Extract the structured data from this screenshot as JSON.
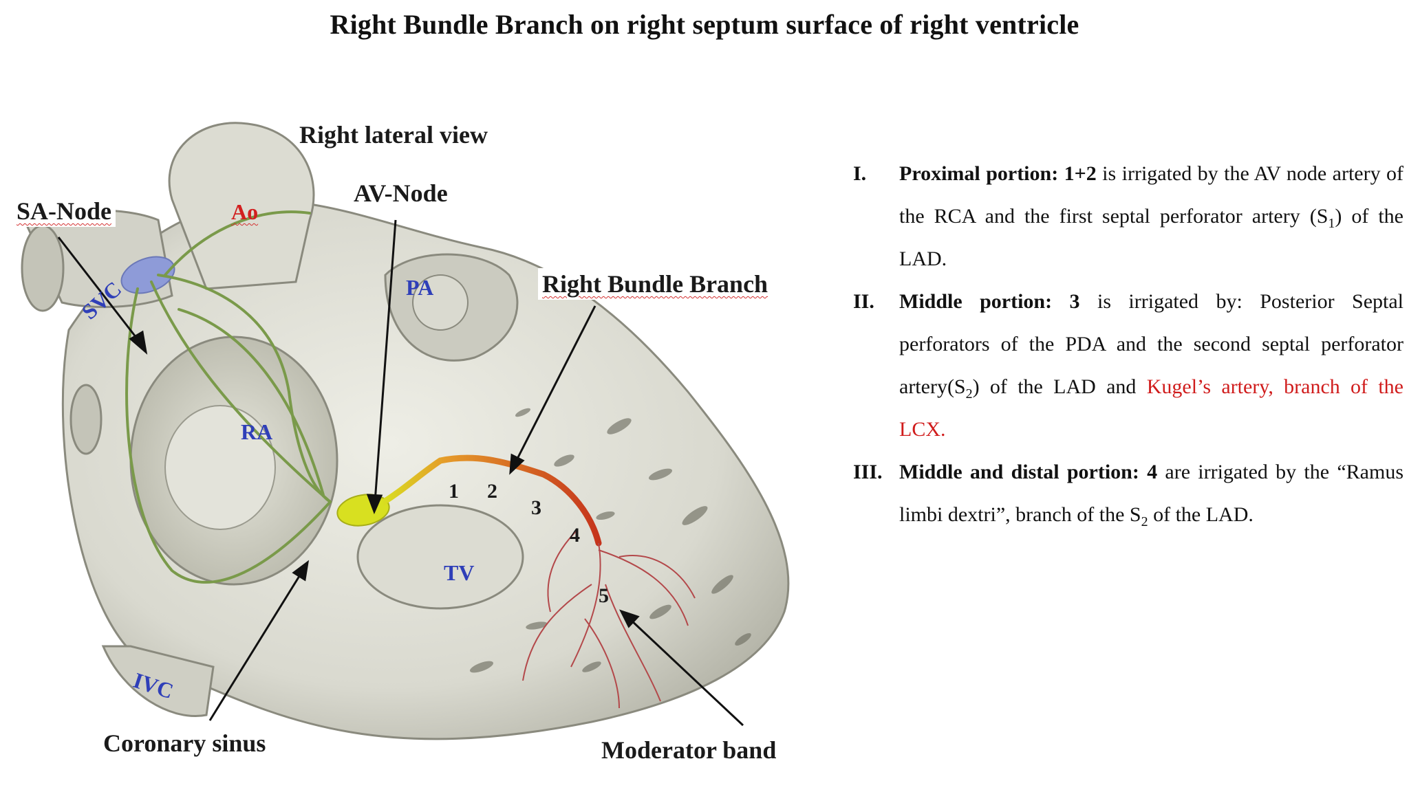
{
  "title": "Right Bundle Branch on right septum  surface of  right ventricle",
  "figure": {
    "view_label": "Right lateral view",
    "labels": {
      "sa_node": "SA-Node",
      "ao": "Ao",
      "av_node": "AV-Node",
      "pa": "PA",
      "svc": "SVC",
      "right_bundle_branch": "Right Bundle Branch",
      "ra": "RA",
      "tv": "TV",
      "ivc": "IVC",
      "coronary_sinus": "Coronary sinus",
      "moderator_band": "Moderator band"
    },
    "segments": [
      "1",
      "2",
      "3",
      "4",
      "5"
    ],
    "colors": {
      "conduction_green": "#7a9a4a",
      "av_node_yellow": "#d8e020",
      "bundle_red": "#c8441e",
      "sa_node_blue": "#8e9bd8",
      "label_blue": "#2f3fb8",
      "label_red": "#d21f1f"
    }
  },
  "notes": [
    {
      "num": "I.",
      "head": "Proximal portion:",
      "value": "1+2",
      "t1": " is irrigated by the AV node artery of the RCA and the first septal perforator artery  (S",
      "sub1": "1",
      "t2": ") of the LAD."
    },
    {
      "num": "II.",
      "head": "Middle portion:",
      "value": "3",
      "t1": " is irrigated by: Posterior Septal perforators of the PDA and the second septal perforator artery(S",
      "sub1": "2",
      "t2": ") of the LAD and ",
      "red": "Kugel’s artery, branch of the LCX."
    },
    {
      "num": "III.",
      "head": "Middle and distal portion:",
      "value": "4",
      "t1": " are irrigated by the “Ramus limbi dextri”, branch of the S",
      "sub1": "2",
      "t2": " of the LAD."
    }
  ]
}
